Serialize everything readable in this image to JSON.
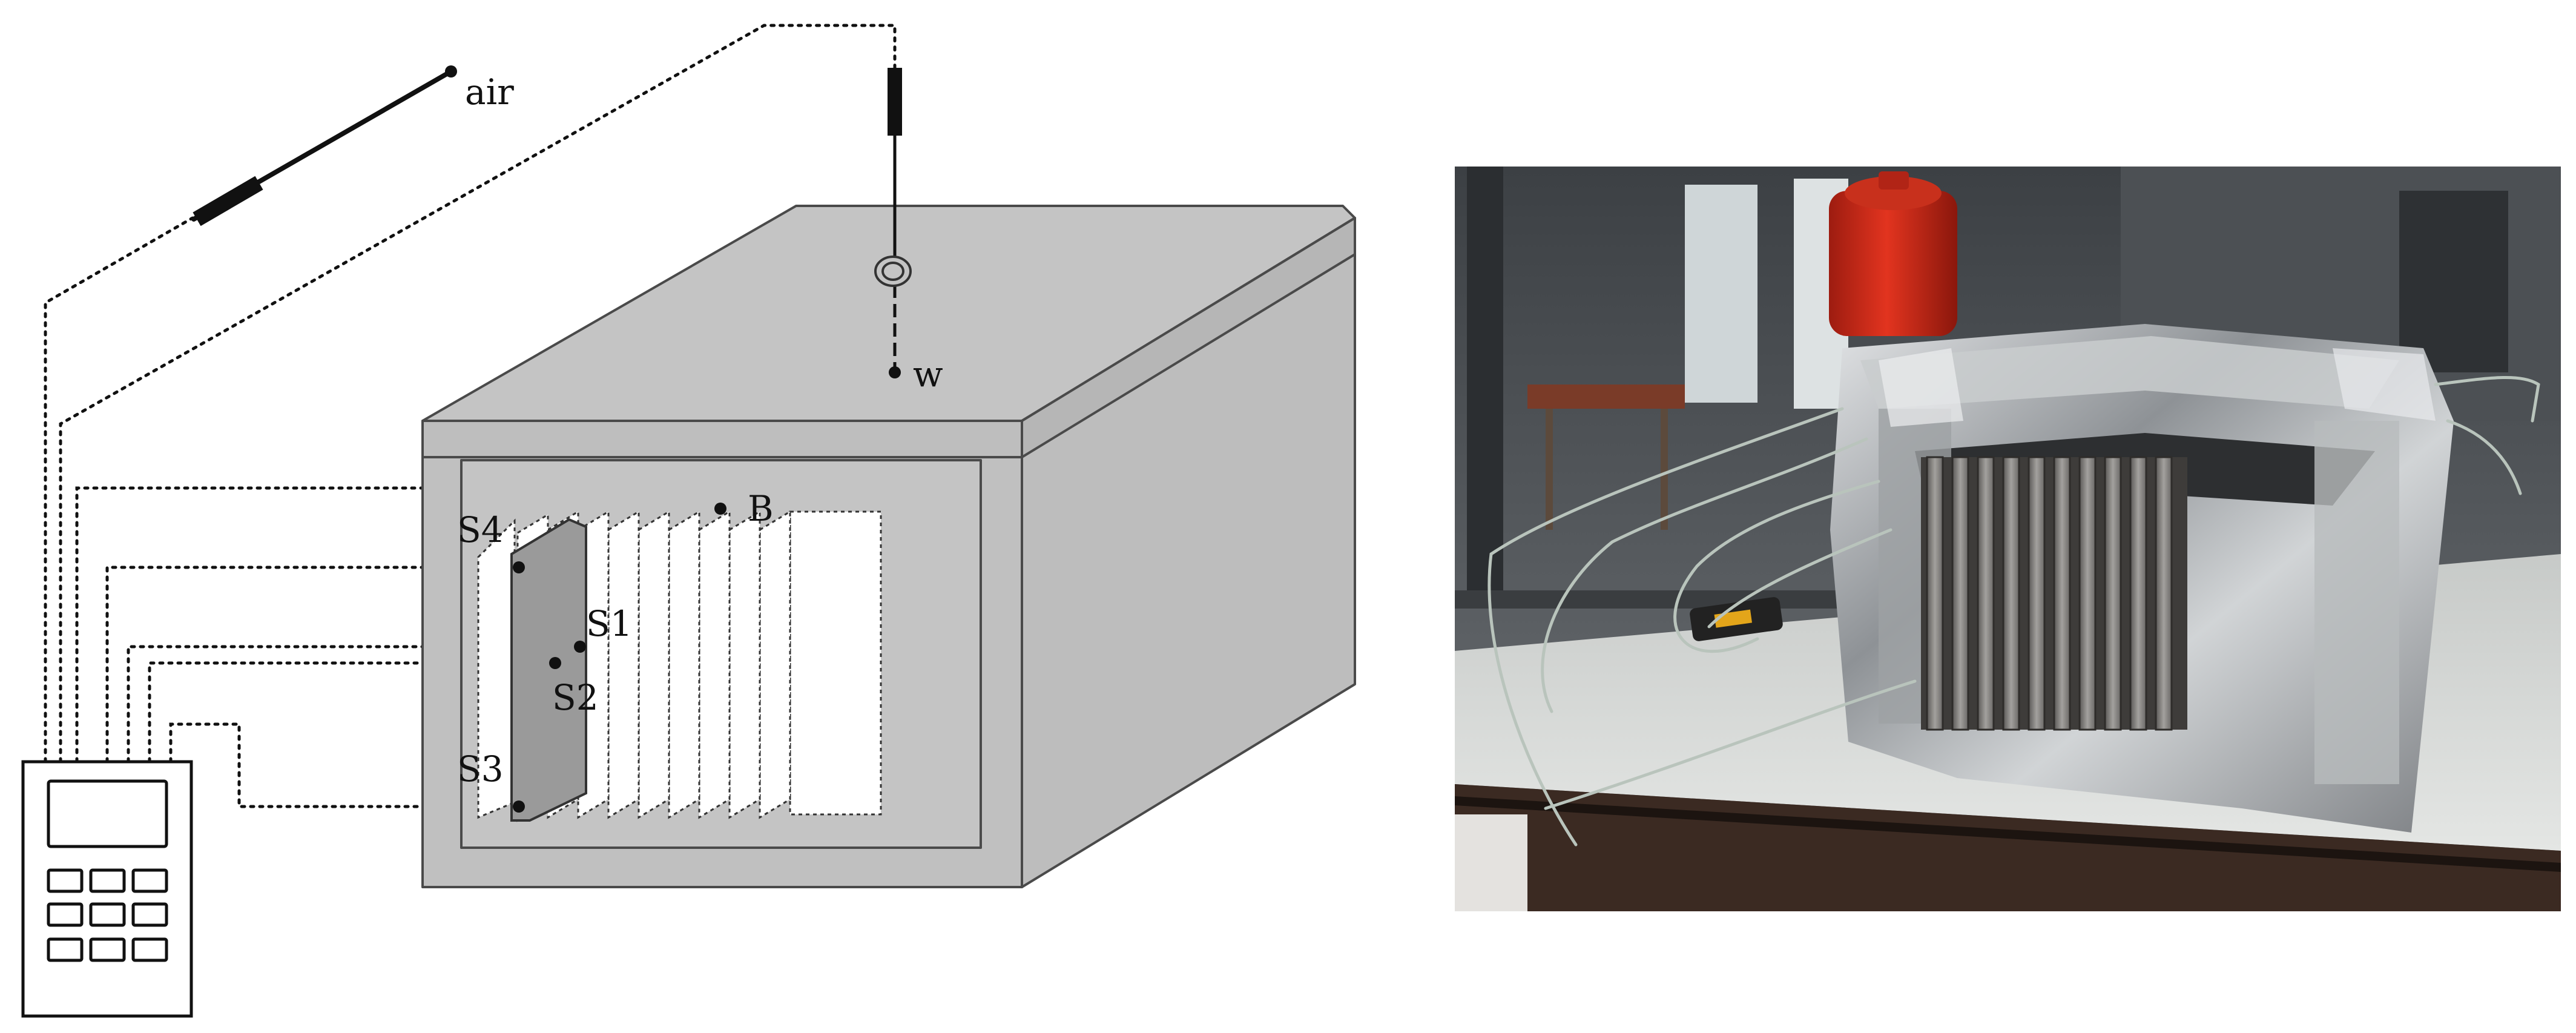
{
  "labels": {
    "air": "air",
    "w": "w",
    "B": "B",
    "S1": "S1",
    "S2": "S2",
    "S3": "S3",
    "S4": "S4"
  },
  "colors": {
    "box_fill": "#c0c0c0",
    "box_stroke": "#4a4a4a",
    "fins_fill": "#ffffff",
    "wire_color": "#111111",
    "photo_background": "#5a5e62",
    "photo_desk": "#d6d8d6",
    "photo_red_cylinder": "#d42a18",
    "photo_foil": "#b9bcbf",
    "photo_heatsink": "#8a8886"
  }
}
